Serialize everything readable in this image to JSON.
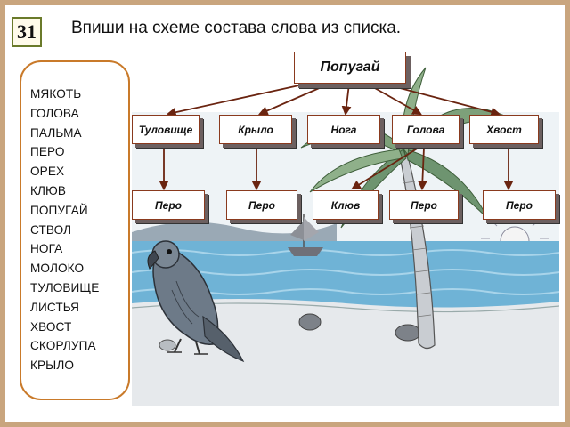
{
  "task": {
    "number": "31",
    "instruction": "Впиши на схеме состава слова из списка."
  },
  "word_list": [
    "МЯКОТЬ",
    "ГОЛОВА",
    "ПАЛЬМА",
    "ПЕРО",
    "ОРЕХ",
    "КЛЮВ",
    "ПОПУГАЙ",
    "СТВОЛ",
    "НОГА",
    "МОЛОКО",
    "ТУЛОВИЩЕ",
    "ЛИСТЬЯ",
    "ХВОСТ",
    "СКОРЛУПА",
    "КРЫЛО"
  ],
  "diagram": {
    "root": "Попугай",
    "parts": [
      "Туловище",
      "Крыло",
      "Нога",
      "Голова",
      "Хвост"
    ],
    "subparts": [
      "Перо",
      "Перо",
      "Клюв",
      "Перо",
      "Перо"
    ]
  },
  "colors": {
    "box_border": "#8a3a1e",
    "arrow": "#6a2410",
    "panel_border": "#c97a2a",
    "background": "#c9a57e"
  },
  "icons": [
    "parrot-illustration",
    "palm-tree-illustration",
    "ship-illustration",
    "sun-illustration"
  ]
}
